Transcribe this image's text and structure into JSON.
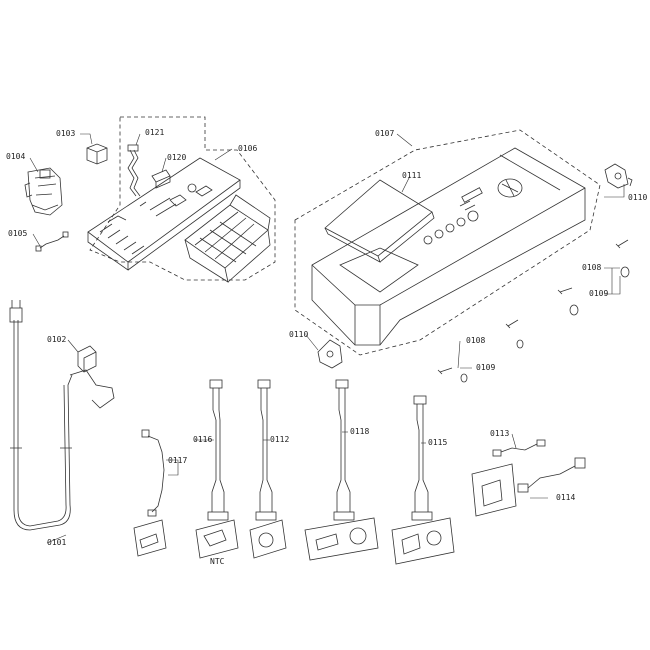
{
  "parts": {
    "p0101": "0101",
    "p0102": "0102",
    "p0103": "0103",
    "p0104": "0104",
    "p0105": "0105",
    "p0106": "0106",
    "p0107": "0107",
    "p0108a": "0108",
    "p0108b": "0108",
    "p0109a": "0109",
    "p0109b": "0109",
    "p0110a": "0110",
    "p0110b": "0110",
    "p0111": "0111",
    "p0112": "0112",
    "p0113": "0113",
    "p0114": "0114",
    "p0115": "0115",
    "p0116": "0116",
    "p0117": "0117",
    "p0118": "0118",
    "p0120": "0120",
    "p0121": "0121"
  },
  "notes": {
    "ntc": "NTC"
  }
}
